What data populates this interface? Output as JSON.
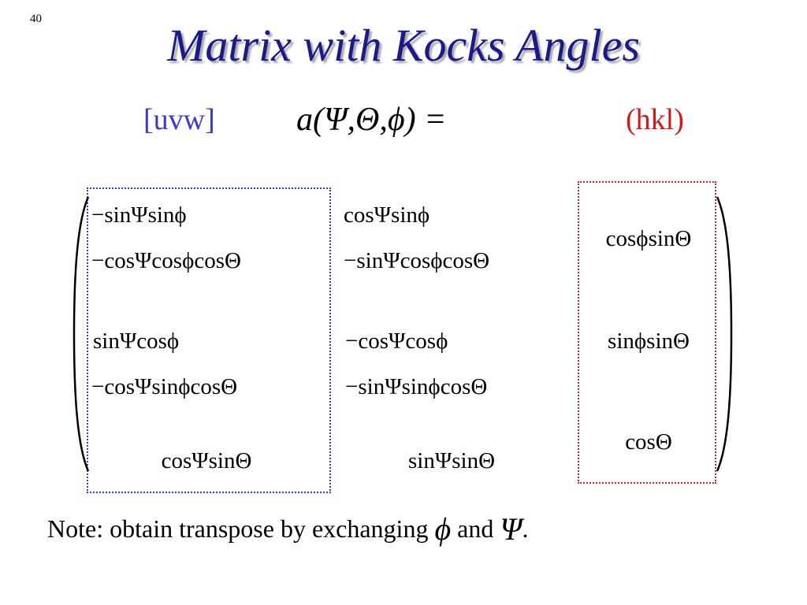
{
  "slide": {
    "number": "40",
    "title": "Matrix with Kocks Angles"
  },
  "equation": {
    "uvw_label": "[uvw]",
    "lhs": "a(Ψ,Θ,ϕ) =",
    "hkl_label": "(hkl)"
  },
  "matrix": {
    "r1c1": "−sinΨsinϕ",
    "r1c1b": "−cosΨcosϕcosΘ",
    "r1c2": "cosΨsinϕ",
    "r1c2b": "−sinΨcosϕcosΘ",
    "r1c3": "cosϕsinΘ",
    "r2c1": "sinΨcosϕ",
    "r2c1b": "−cosΨsinϕcosΘ",
    "r2c2": "−cosΨcosϕ",
    "r2c2b": "−sinΨsinϕcosΘ",
    "r2c3": "sinϕsinΘ",
    "r3c1": "cosΨsinΘ",
    "r3c2": "sinΨsinΘ",
    "r3c3": "cosΘ"
  },
  "note": {
    "prefix": "Note: obtain transpose by exchanging",
    "sym1": "ϕ",
    "middle": "and",
    "sym2": "Ψ",
    "suffix": "."
  },
  "colors": {
    "title": "#1a1a8c",
    "uvw": "#3b3bd0",
    "hkl": "#d21818",
    "uvw_box": "#2a3fd8",
    "hkl_box": "#e02020"
  }
}
